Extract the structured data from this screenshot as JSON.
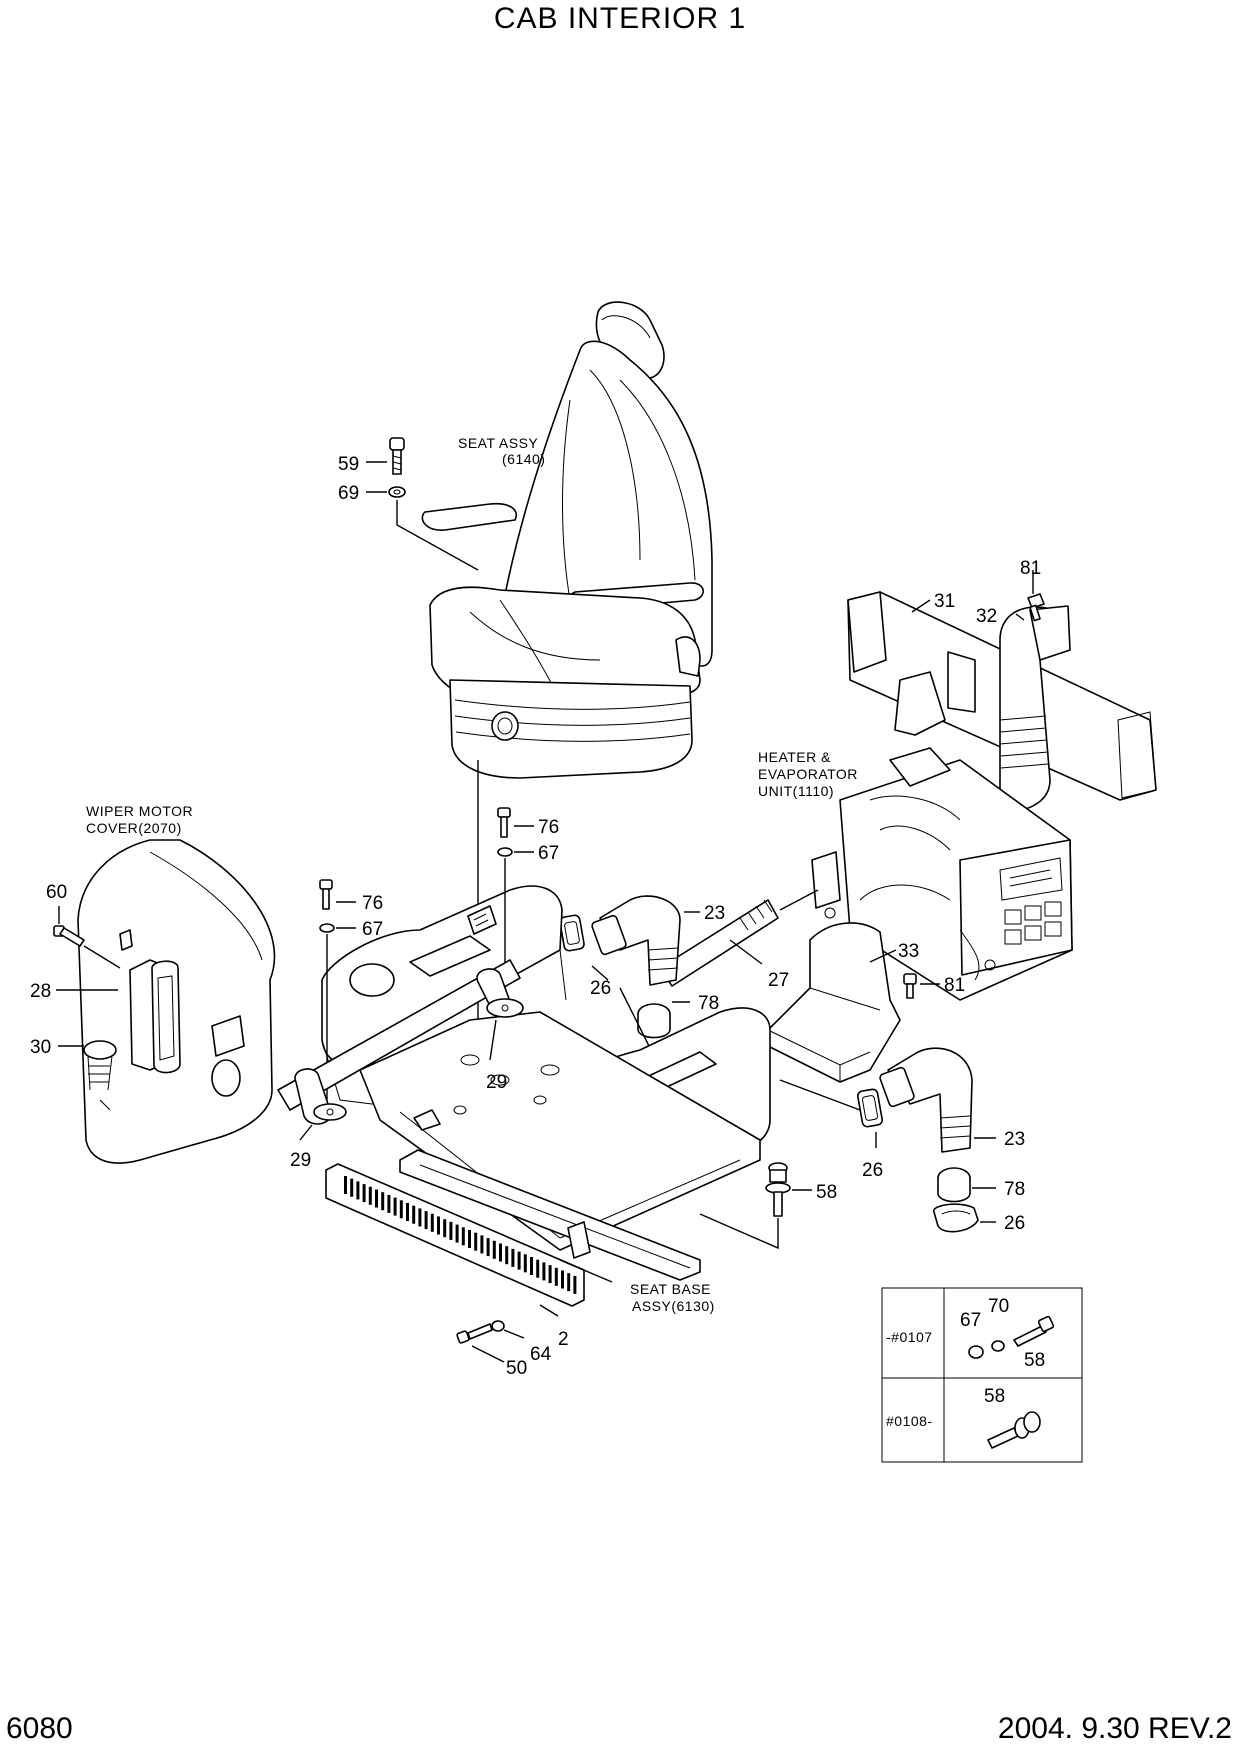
{
  "title": "CAB INTERIOR 1",
  "footer": {
    "page": "6080",
    "date_rev": "2004. 9.30  REV.2"
  },
  "labels": {
    "seat_assy_1": "SEAT ASSY",
    "seat_assy_2": "(6140)",
    "heater_1": "HEATER &",
    "heater_2": "EVAPORATOR",
    "heater_3": "UNIT(1110)",
    "wiper_1": "WIPER MOTOR",
    "wiper_2": "COVER(2070)",
    "seatbase_1": "SEAT BASE",
    "seatbase_2": "ASSY(6130)"
  },
  "callouts": {
    "c59": "59",
    "c69": "69",
    "c81a": "81",
    "c31": "31",
    "c32": "32",
    "c76a": "76",
    "c67a": "67",
    "c76b": "76",
    "c67b": "67",
    "c60": "60",
    "c28": "28",
    "c30": "30",
    "c23a": "23",
    "c26a": "26",
    "c27": "27",
    "c78a": "78",
    "c33": "33",
    "c81b": "81",
    "c29a": "29",
    "c29b": "29",
    "c23b": "23",
    "c26b": "26",
    "c58": "58",
    "c78b": "78",
    "c26c": "26",
    "c2": "2",
    "c64": "64",
    "c50": "50"
  },
  "inset_table": {
    "rows": [
      {
        "range": "-#0107",
        "parts": [
          "67",
          "70",
          "58"
        ]
      },
      {
        "range": "#0108-",
        "parts": [
          "58"
        ]
      }
    ]
  }
}
